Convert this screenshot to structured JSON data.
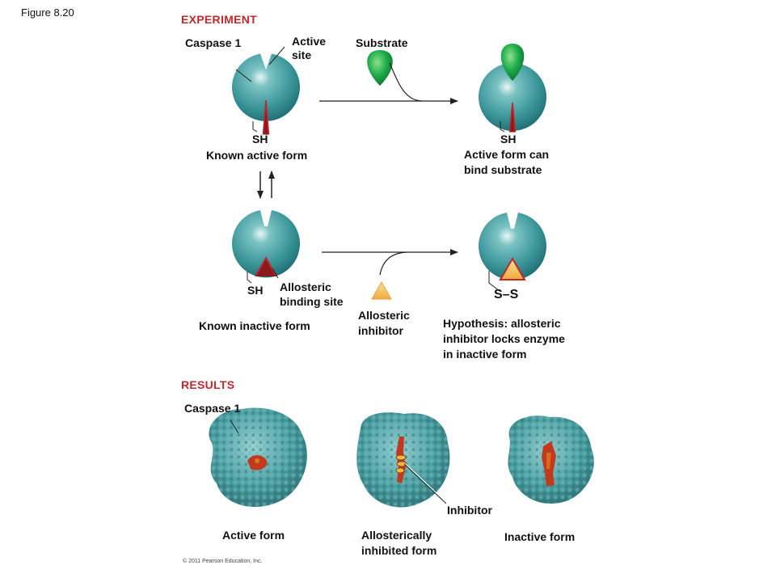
{
  "figure_label": "Figure 8.20",
  "experiment": {
    "heading": "EXPERIMENT",
    "caspase_label": "Caspase 1",
    "active_site_label": [
      "Active",
      "site"
    ],
    "substrate_label": "Substrate",
    "sh_label": "SH",
    "known_active_form": "Known active form",
    "active_can_bind": [
      "Active form can",
      "bind substrate"
    ],
    "allosteric_binding_site": [
      "Allosteric",
      "binding site"
    ],
    "known_inactive_form": "Known inactive form",
    "allosteric_inhibitor": [
      "Allosteric",
      "inhibitor"
    ],
    "hypothesis": [
      "Hypothesis: allosteric",
      "inhibitor locks enzyme",
      "in inactive form"
    ],
    "disulfide": "S–S"
  },
  "results": {
    "heading": "RESULTS",
    "caspase_label": "Caspase 1",
    "inhibitor_label": "Inhibitor",
    "active_form": "Active form",
    "allosterically_inhibited": [
      "Allosterically",
      "inhibited form"
    ],
    "inactive_form": "Inactive form"
  },
  "copyright": "© 2011 Pearson Education, Inc.",
  "colors": {
    "enzyme": "#3f9ba0",
    "enzyme_dark": "#1d6a70",
    "substrate": "#1aa54a",
    "inhibitor": "#f2b94a",
    "site_outline": "#c0282d",
    "heading": "#c0282d",
    "protein_core": "#c23a1e"
  }
}
